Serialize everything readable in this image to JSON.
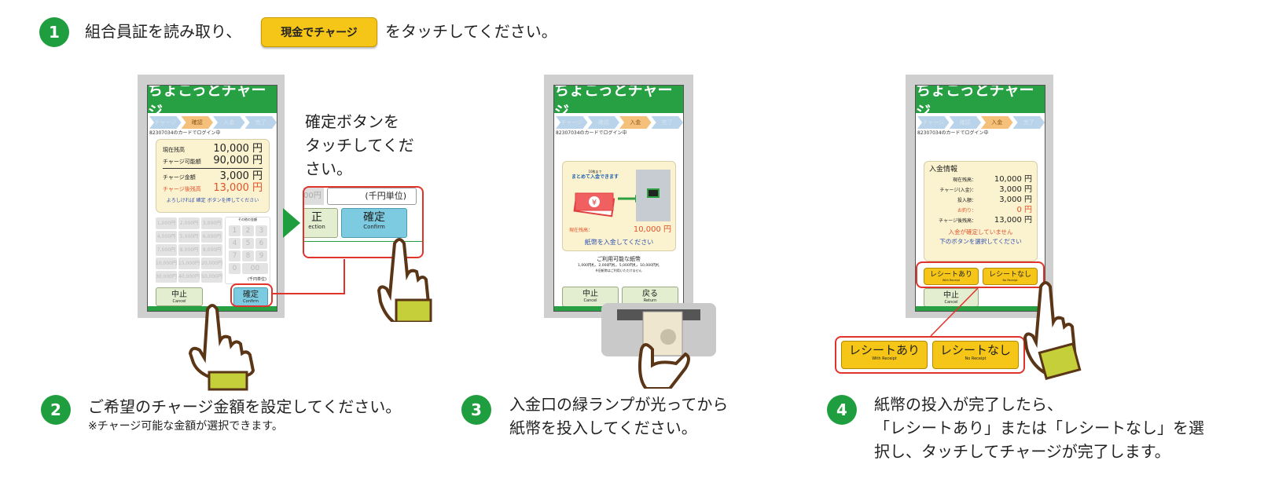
{
  "step1": {
    "number": "1",
    "text_before": "組合員証を読み取り、",
    "button": "現金でチャージ",
    "text_after": "をタッチしてください。"
  },
  "app_title": "ちょこっとチャージ",
  "progress_steps": [
    "チャージ",
    "確認",
    "入金",
    "完了"
  ],
  "login_status": "82307034のカードでログイン中",
  "screen1": {
    "rows": [
      {
        "label": "現在残高",
        "value": "10,000 円"
      },
      {
        "label": "チャージ可能額",
        "value": "90,000 円"
      },
      {
        "label": "チャージ金額",
        "value": "3,000 円"
      },
      {
        "label": "チャージ後残高",
        "value": "13,000 円"
      }
    ],
    "prompt": "よろしければ 確定 ボタンを押してください",
    "amount_buttons": [
      "1,000円",
      "2,000円",
      "3,000円",
      "4,000円",
      "5,000円",
      "6,000円",
      "7,000円",
      "8,000円",
      "9,000円",
      "10,000円",
      "15,000円",
      "20,000円",
      "30,000円",
      "40,000円",
      "50,000円"
    ],
    "other_amount_label": "その他の金額",
    "keypad": [
      "1",
      "2",
      "3",
      "4",
      "5",
      "6",
      "7",
      "8",
      "9",
      "0",
      "00"
    ],
    "unit_label": "(千円単位)",
    "cancel": {
      "label": "中止",
      "sub": "Cancel"
    },
    "confirm": {
      "label": "確定",
      "sub": "Confirm"
    }
  },
  "callout1": {
    "text": [
      "確定ボタンを",
      "タッチしてくだ",
      "さい。"
    ],
    "unit_label": "(千円単位)",
    "left_partial": "00円",
    "correction_partial": "正",
    "correction_sub": "ection",
    "confirm": "確定",
    "confirm_sub": "Confirm"
  },
  "screen2": {
    "bulk_small": "10枚まで",
    "bulk": "まとめて入金できます",
    "balance_label": "現在残高：",
    "balance": "10,000 円",
    "insert_prompt": "紙幣を入金してください",
    "usable_title": "ご利用可能な紙幣",
    "usable_list": "1,000円札、2,000円札、5,000円札、10,000円札",
    "usable_note": "※旧紙幣はご利用いただけません",
    "cancel": {
      "label": "中止",
      "sub": "Cancel"
    },
    "back": {
      "label": "戻る",
      "sub": "Return"
    }
  },
  "screen3": {
    "title": "入金情報",
    "rows": [
      {
        "label": "現在残高：",
        "value": "10,000 円"
      },
      {
        "label": "チャージ(入金)：",
        "value": "3,000 円"
      },
      {
        "label": "投入額：",
        "value": "3,000 円"
      },
      {
        "label": "お釣り：",
        "value": "0 円"
      },
      {
        "label": "チャージ後残高：",
        "value": "13,000 円"
      }
    ],
    "warning": "入金が確定していません",
    "select_prompt": "下のボタンを選択してください",
    "receipt_yes": {
      "label": "レシートあり",
      "sub": "With Receipt"
    },
    "receipt_no": {
      "label": "レシートなし",
      "sub": "No Receipt"
    },
    "cancel": {
      "label": "中止",
      "sub": "Cancel"
    }
  },
  "step2": {
    "number": "2",
    "text": "ご希望のチャージ金額を設定してください。",
    "note": "※チャージ可能な金額が選択できます。"
  },
  "step3": {
    "number": "3",
    "lines": [
      "入金口の緑ランプが光ってから",
      "紙幣を投入してください。"
    ]
  },
  "step4": {
    "number": "4",
    "lines": [
      "紙幣の投入が完了したら、",
      "「レシートあり」または「レシートなし」を選",
      "択し、タッチしてチャージが完了します。"
    ]
  },
  "colors": {
    "green": "#26a042",
    "yellow": "#f5c518",
    "red": "#e0332b"
  }
}
